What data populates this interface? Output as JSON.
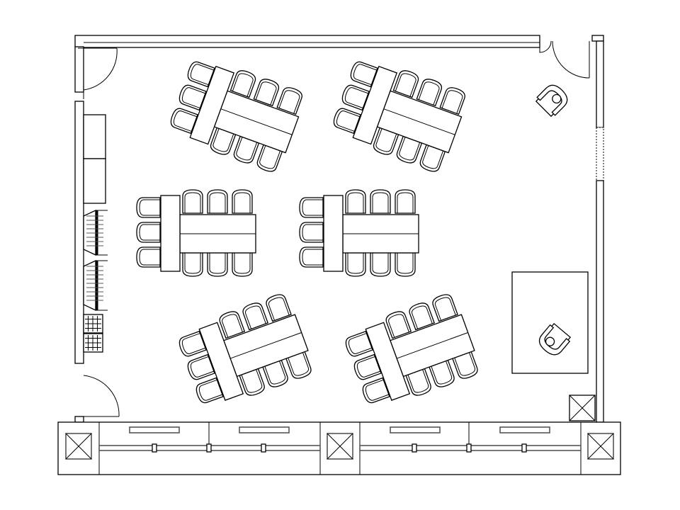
{
  "plan": {
    "type": "classroom-floor-plan",
    "table_group_count": 6,
    "chairs_per_long_side": 3,
    "chairs_per_end": 3,
    "colors": {
      "line": "#000000",
      "background": "#ffffff",
      "wall_gray": "#555555"
    }
  }
}
